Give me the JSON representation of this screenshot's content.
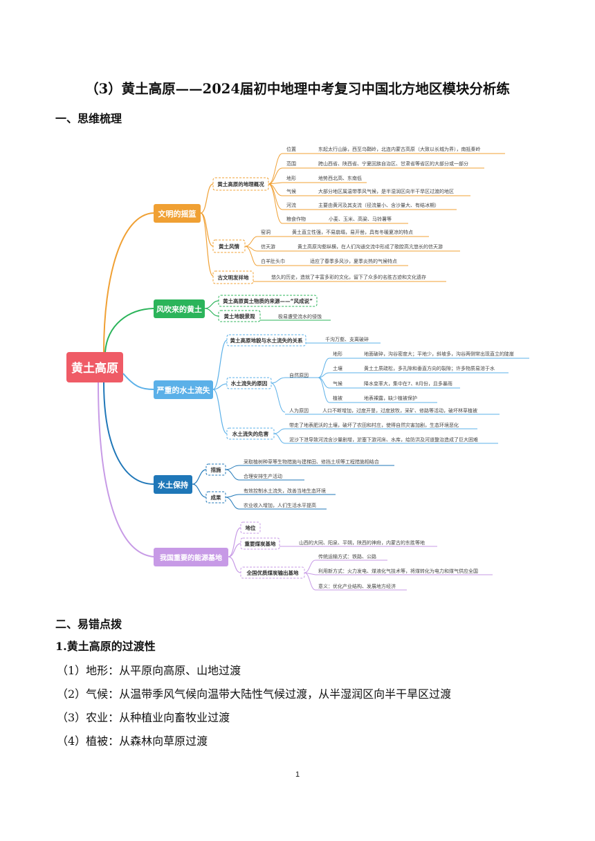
{
  "doc": {
    "title": "（3）黄土高原——2024届初中地理中考复习中国北方地区模块分析练",
    "section1": "一、思维梳理",
    "section2": "二、易错点拨",
    "point1_title": "1.黄土高原的过渡性",
    "point1_lines": [
      "（1）地形：从平原向高原、山地过渡",
      "（2）气候：从温带季风气候向温带大陆性气候过渡，从半湿润区向半干旱区过渡",
      "（3）农业：从种植业向畜牧业过渡",
      "（4）植被：从森林向草原过渡"
    ],
    "page_number": "1"
  },
  "mindmap": {
    "root": "黄土高原",
    "colors": {
      "root": "#ef5b66",
      "orange": "#f0a033",
      "green": "#2bb45a",
      "blue": "#5bb0e8",
      "darkblue": "#1f77b8",
      "purple": "#c79ae6"
    },
    "branches": [
      {
        "label": "文明的摇篮",
        "subs": [
          {
            "label": "黄土高原的地理概况",
            "items": [
              {
                "k": "位置",
                "v": "东起太行山脉，西至乌鞘岭，北连内蒙古高原（大致以长城为界），南抵秦岭"
              },
              {
                "k": "范围",
                "v": "跨山西省、陕西省、宁夏回族自治区、甘肃省等省区的大部分或一部分"
              },
              {
                "k": "地形",
                "v": "地势西北高、东南低"
              },
              {
                "k": "气候",
                "v": "大部分地区属温带季风气候，是半湿润区向半干旱区过渡的地区"
              },
              {
                "k": "河流",
                "v": "主要由黄河及其支流（径流量小、含沙量大、有结冰期）"
              },
              {
                "k": "粮食作物",
                "v": "小麦、玉米、高粱、马铃薯等"
              }
            ]
          },
          {
            "label": "黄土风情",
            "items": [
              {
                "k": "窑洞",
                "v": "黄土直立性强，不易崩塌，易开凿，具有冬暖夏凉的特点"
              },
              {
                "k": "信天游",
                "v": "黄土高原沟壑纵横，在人们沟通交流中形成了歌腔高亢悠长的信天游"
              },
              {
                "k": "白羊肚头巾",
                "v": "适应了春季多风沙，夏季炎热的气候特点"
              }
            ]
          },
          {
            "label": "古文明发祥地",
            "text": "悠久的历史，造就了丰富多彩的文化，留下了众多的名胜古迹和文化遗存"
          }
        ]
      },
      {
        "label": "风吹来的黄土",
        "subs": [
          {
            "label": "黄土高原黄土物质的来源——“风成说”"
          },
          {
            "label": "黄土地貌景观",
            "text": "极易遭受流水的侵蚀"
          }
        ]
      },
      {
        "label": "严重的水土流失",
        "subs": [
          {
            "label": "黄土高原地貌与水土流失的关系",
            "text": "千沟万壑、支离破碎"
          },
          {
            "label": "水土流失的原因",
            "natural": "自然原因",
            "natural_items": [
              {
                "k": "地形",
                "v": "地面破碎，沟谷密度大；平地少，斜坡多，沟谷两侧常出现直立的陡崖"
              },
              {
                "k": "土壤",
                "v": "黄土土质疏松，多孔隙和垂直方向的裂隙；许多物质易溶于水"
              },
              {
                "k": "气候",
                "v": "降水变率大，集中在7、8月份，且多暴雨"
              },
              {
                "k": "植被",
                "v": "地表裸露，缺少植被保护"
              }
            ],
            "human": "人为原因",
            "human_text": "人口不断增加，过度开垦，过度放牧，采矿、修路等活动，破坏林草植被"
          },
          {
            "label": "水土流失的危害",
            "items": [
              "带走了地表肥沃的土壤，破坏了农田和村庄，使得自然灾害加剧，生态环境恶化",
              "泥沙下泄导致河流含沙量剧增，淤塞下游河床、水库，给防洪及河道整治造成了巨大困难"
            ]
          }
        ]
      },
      {
        "label": "水土保持",
        "subs": [
          {
            "label": "措施",
            "items": [
              "采取植树种草等生物措施与建梯田、修挡土坝等工程措施相结合",
              "合理安排生产活动"
            ]
          },
          {
            "label": "成果",
            "items": [
              "有效控制水土流失，改善当地生态环境",
              "农业收入增加，人们生活水平提高"
            ]
          }
        ]
      },
      {
        "label": "我国重要的能源基地",
        "subs": [
          {
            "label": "地位"
          },
          {
            "label": "重要煤炭基地",
            "text": "山西的大同、阳泉、平朔，陕西的神府，内蒙古的东胜等地"
          },
          {
            "label": "全国优质煤炭输出基地",
            "items": [
              "传统运输方式：铁路、公路",
              "利用新方式：火力发电、煤液化气技术等，将煤转化为电力和煤气供应全国",
              "意义：优化产业结构、发展地方经济"
            ]
          }
        ]
      }
    ]
  }
}
